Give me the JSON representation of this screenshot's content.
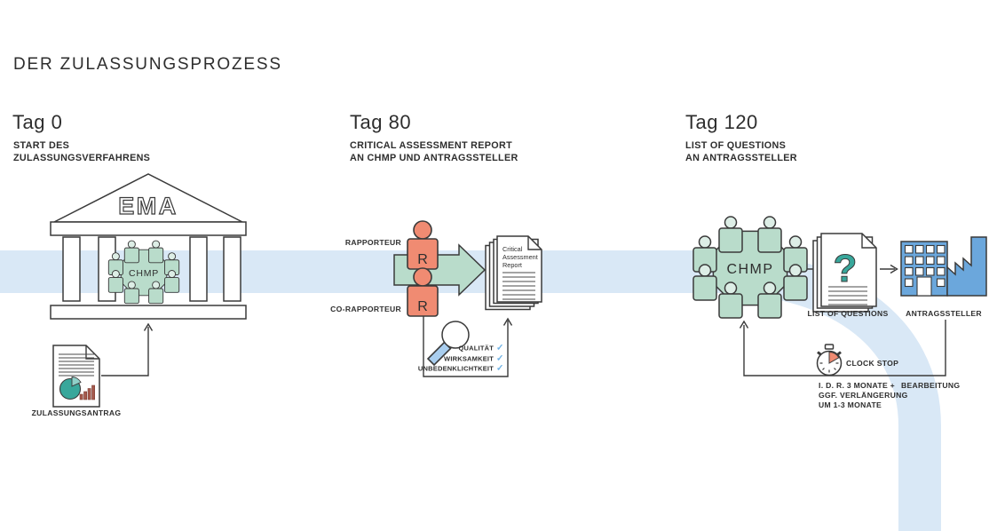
{
  "page": {
    "title": "DER ZULASSUNGSPROZESS"
  },
  "colors": {
    "band": "#D9E8F6",
    "teal": "#B9DCCB",
    "teal_dark": "#38A79B",
    "teal_light": "#8FD0C8",
    "salmon": "#F08B72",
    "factory_blue": "#6BA7DC",
    "light_blue": "#A9CEEF",
    "check_blue": "#6FB2E5",
    "rust": "#A5594C",
    "ink": "#3A3A3A",
    "text": "#2E2E2E"
  },
  "stages": {
    "tag0": {
      "title": "Tag 0",
      "subtitle_lines": [
        "START DES",
        "ZULASSUNGSVERFAHRENS"
      ],
      "ema_label": "EMA",
      "chmp_label": "CHMP",
      "document_label": "ZULASSUNGSANTRAG"
    },
    "tag80": {
      "title": "Tag 80",
      "subtitle_lines": [
        "CRITICAL ASSESSMENT REPORT",
        "AN CHMP UND ANTRAGSSTELLER"
      ],
      "rapporteur_label": "RAPPORTEUR",
      "co_rapporteur_label": "CO-RAPPORTEUR",
      "r_badge": "R",
      "report_title_lines": [
        "Critical",
        "Assessment",
        "Report"
      ],
      "checklist": [
        "QUALITÄT",
        "WIRKSAMKEIT",
        "UNBEDENKLICHTKEIT"
      ],
      "check_glyph": "✓"
    },
    "tag120": {
      "title": "Tag 120",
      "subtitle_lines": [
        "LIST OF QUESTIONS",
        "AN ANTRAGSSTELLER"
      ],
      "chmp_label": "CHMP",
      "question_glyph": "?",
      "questions_label": "LIST OF QUESTIONS",
      "applicant_label": "ANTRAGSSTELLER",
      "clock_stop_label": "CLOCK STOP",
      "duration_lines": [
        "I. D. R. 3 MONATE +",
        "GGF. VERLÄNGERUNG",
        "UM 1-3 MONATE"
      ],
      "processing_label": "BEARBEITUNG"
    }
  }
}
